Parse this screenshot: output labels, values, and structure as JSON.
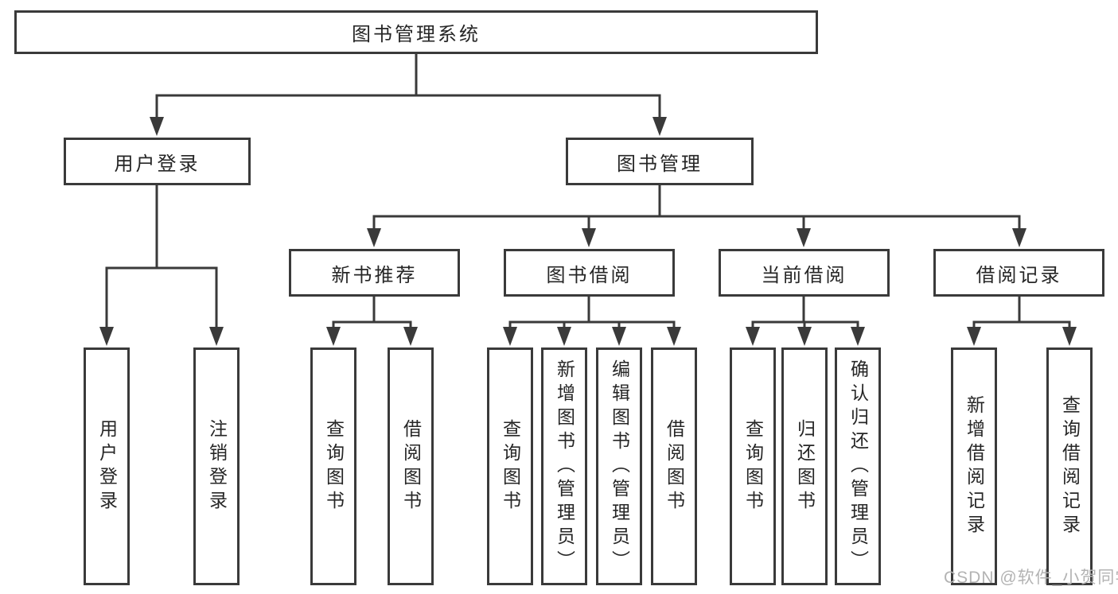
{
  "diagram": {
    "title": "图书管理系统",
    "branches": [
      {
        "label": "用户登录",
        "children": [
          "用户登录",
          "注销登录"
        ]
      },
      {
        "label": "图书管理",
        "modules": [
          {
            "label": "新书推荐",
            "children": [
              "查询图书",
              "借阅图书"
            ]
          },
          {
            "label": "图书借阅",
            "children": [
              "查询图书",
              "新增图书（管理员）",
              "编辑图书（管理员）",
              "借阅图书"
            ]
          },
          {
            "label": "当前借阅",
            "children": [
              "查询图书",
              "归还图书",
              "确认归还（管理员）"
            ]
          },
          {
            "label": "借阅记录",
            "children": [
              "新增借阅记录",
              "查询借阅记录"
            ]
          }
        ]
      }
    ]
  },
  "watermark": {
    "text": "CSDN @软件_小贺同学"
  },
  "colors": {
    "line": "#3a3a3a",
    "text": "#262626",
    "watermark": "#b3b3b3",
    "background": "#ffffff"
  }
}
